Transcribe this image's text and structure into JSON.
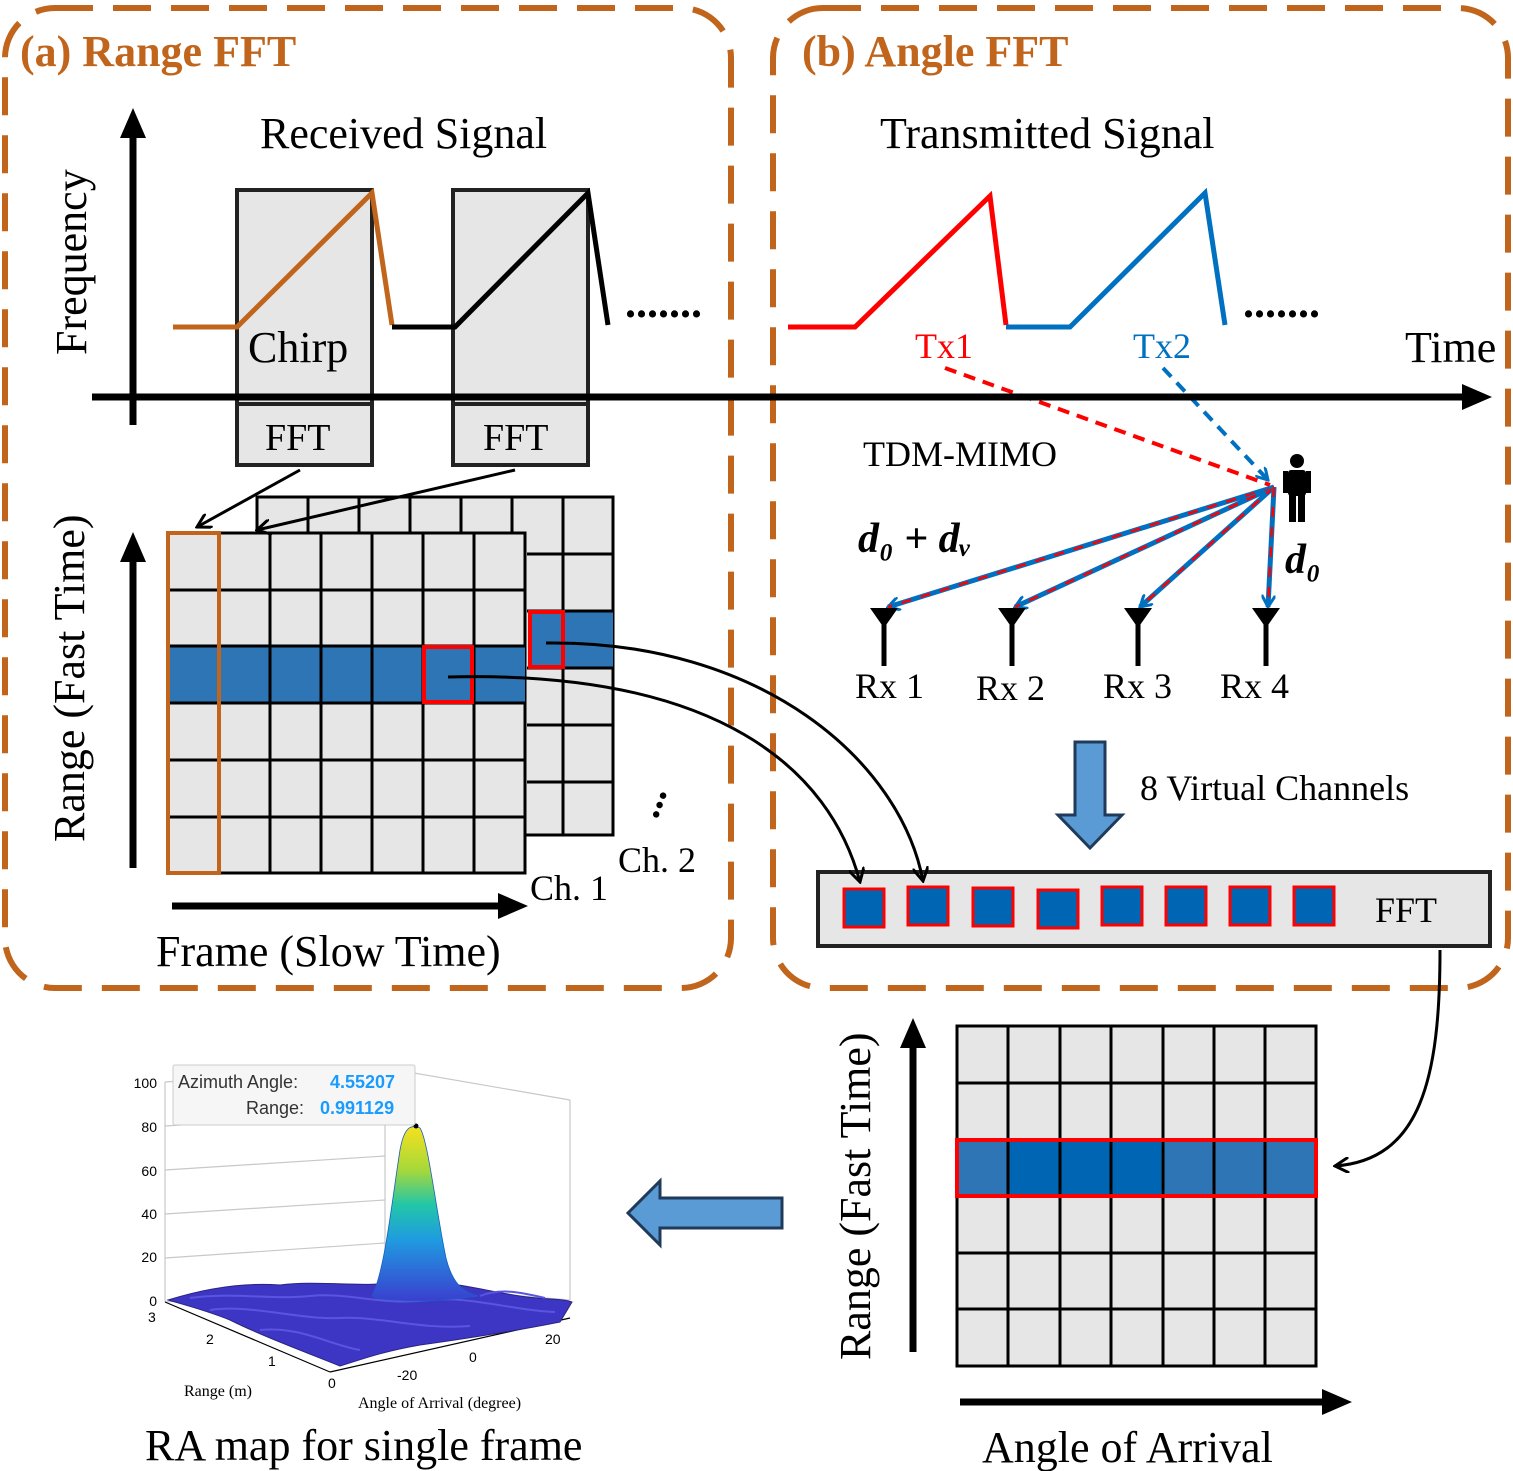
{
  "panel_a": {
    "title": "(a) Range FFT",
    "received_signal": "Received Signal",
    "frequency_label": "Frequency",
    "chirp_label": "Chirp",
    "fft_label_1": "FFT",
    "fft_label_2": "FFT",
    "dots": ".......",
    "range_label": "Range (Fast Time)",
    "frame_label": "Frame (Slow  Time)",
    "ch1": "Ch. 1",
    "ch2": "Ch. 2",
    "ch_dots": "..."
  },
  "panel_b": {
    "title": "(b) Angle FFT",
    "transmitted_signal": "Transmitted Signal",
    "time_label": "Time",
    "tx1": "Tx1",
    "tx2": "Tx2",
    "dots": ".......",
    "tdm_mimo": "TDM-MIMO",
    "d0_dv": "d₀ + dᵥ",
    "d0": "d₀",
    "rx": [
      "Rx 1",
      "Rx 2",
      "Rx 3",
      "Rx 4"
    ],
    "virtual_channels": "8 Virtual Channels",
    "fft_label": "FFT"
  },
  "ra_grid": {
    "range_label": "Range (Fast Time)",
    "angle_label": "Angle of Arrival"
  },
  "ra_map": {
    "caption": "RA map for single frame",
    "tooltip_line1_label": "Azimuth Angle:",
    "tooltip_line1_value": "4.55207",
    "tooltip_line2_label": "Range:",
    "tooltip_line2_value": "0.991129",
    "z_ticks": [
      "100",
      "80",
      "60",
      "40",
      "20",
      "0"
    ],
    "range_ticks": [
      "3",
      "2",
      "1",
      "0"
    ],
    "angle_ticks": [
      "-20",
      "0",
      "20"
    ],
    "range_axis_label": "Range (m)",
    "angle_axis_label": "Angle of Arrival (degree)"
  },
  "colors": {
    "panel_border": "#c0651b",
    "tx1_red": "#ff0000",
    "tx2_blue": "#0070c0",
    "cell_gray": "#e6e6e6",
    "cell_blue": "#2e75b6",
    "cell_blue_dark": "#0066b3",
    "arrow_fill": "#5b9bd5",
    "tooltip_value": "#1a9cff"
  }
}
